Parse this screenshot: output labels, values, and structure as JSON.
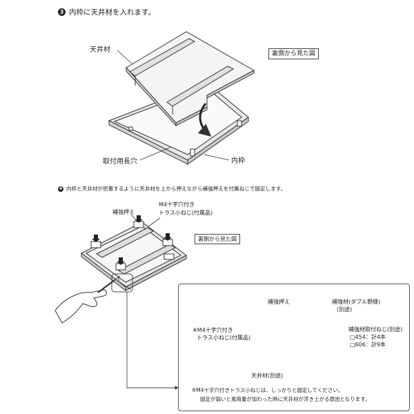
{
  "step3": {
    "number": "3",
    "title": "内枠に天井材を入れます。",
    "labels": {
      "ceiling_material": "天井材",
      "view_from_back": "裏側から見た図",
      "mounting_slot": "取付用長穴",
      "inner_frame": "内枠"
    }
  },
  "step4": {
    "number": "4",
    "title": "内枠と天井材が密着するように天井材を上から押えながら補強押えを付属ねじで固定します。",
    "labels": {
      "reinforcement_clamp": "補強押え",
      "screw_line1": "M4十字穴付き",
      "screw_line2": "トラス小ねじ(付属品)",
      "view_from_back": "裏側から見た図"
    }
  },
  "detail": {
    "reinforcement_clamp": "補強押え",
    "reinforcement_material_line1": "補強材(ダブル野縁)",
    "reinforcement_material_line2": "(別途)",
    "screw_line1": "※M4十字穴付き",
    "screw_line2": "トラス小ねじ(付属品)",
    "fixing_screw_title": "補強材取付ねじ(別途)",
    "fixing_screw_454": "□454：計4本",
    "fixing_screw_606": "□606：計9本",
    "ceiling_material": "天井材(別途)",
    "note_line1": "※M4十字穴付きトラス小ねじは、しっかりと固定してください。",
    "note_line2": "固定が弱いと風荷重が加わった時に天井材が浮き上がる原因となります。"
  },
  "colors": {
    "line": "#333333",
    "panel_fill": "#f2f2f2",
    "panel_shade": "#d9d9d9",
    "frame_fill": "#e6e6e6"
  }
}
